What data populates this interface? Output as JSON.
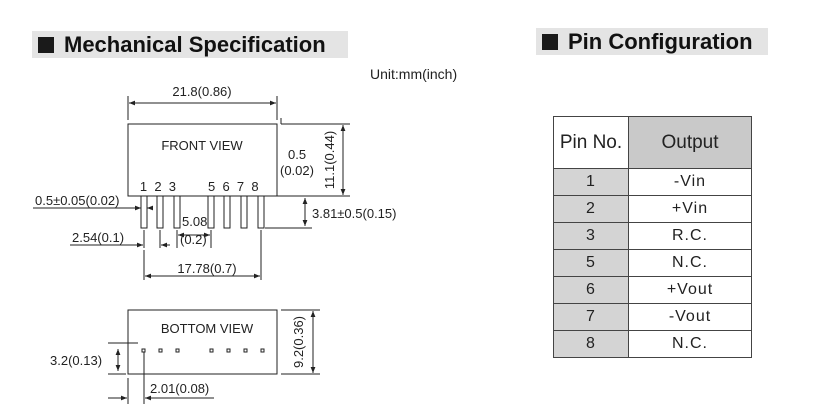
{
  "mechanical": {
    "heading": "Mechanical Specification",
    "unit": "Unit:mm(inch)",
    "front_view": {
      "title": "FRONT VIEW",
      "width_dim": "21.8(0.86)",
      "height_dim": "11.1(0.44)",
      "top_gap_dim": "0.5",
      "top_gap_dim_inch": "(0.02)",
      "pin_width_dim": "0.5±0.05(0.02)",
      "pin_pitch_dim": "2.54(0.1)",
      "gap_dim": "5.08",
      "gap_dim_inch": "(0.2)",
      "span_dim": "17.78(0.7)",
      "pin_length_dim": "3.81±0.5(0.15)",
      "pin_labels_left": "1  2  3",
      "pin_labels_right": "5  6  7  8"
    },
    "bottom_view": {
      "title": "BOTTOM VIEW",
      "height_dim": "9.2(0.36)",
      "offset_dim": "3.2(0.13)",
      "edge_dim": "2.01(0.08)"
    }
  },
  "pin_config": {
    "heading": "Pin Configuration",
    "col_pin": "Pin No.",
    "col_output": "Output",
    "rows": [
      {
        "pin": "1",
        "output": "-Vin"
      },
      {
        "pin": "2",
        "output": "+Vin"
      },
      {
        "pin": "3",
        "output": "R.C."
      },
      {
        "pin": "5",
        "output": "N.C."
      },
      {
        "pin": "6",
        "output": "+Vout"
      },
      {
        "pin": "7",
        "output": "-Vout"
      },
      {
        "pin": "8",
        "output": "N.C."
      }
    ]
  }
}
